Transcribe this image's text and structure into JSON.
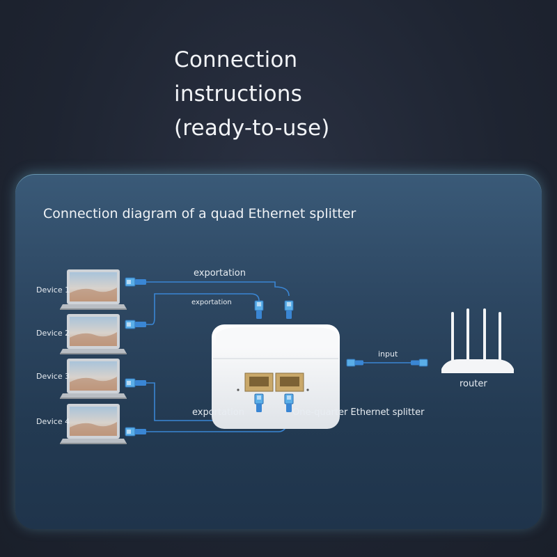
{
  "title": {
    "line1": "Connection",
    "line2": "instructions",
    "line3": "(ready-to-use)"
  },
  "diagram": {
    "heading": "Connection diagram of a quad Ethernet splitter",
    "devices": [
      "Device 1",
      "Device 2",
      "Device 3",
      "Device 4"
    ],
    "labels": {
      "exportation_top": "exportation",
      "exportation_second": "exportation",
      "exportation_bottom": "exportation",
      "input": "input",
      "router": "router",
      "splitter": "One-quarter Ethernet splitter"
    },
    "colors": {
      "cable": "#3a86d4",
      "connector": "#4aa0e8",
      "panel": "#2d4762"
    }
  }
}
